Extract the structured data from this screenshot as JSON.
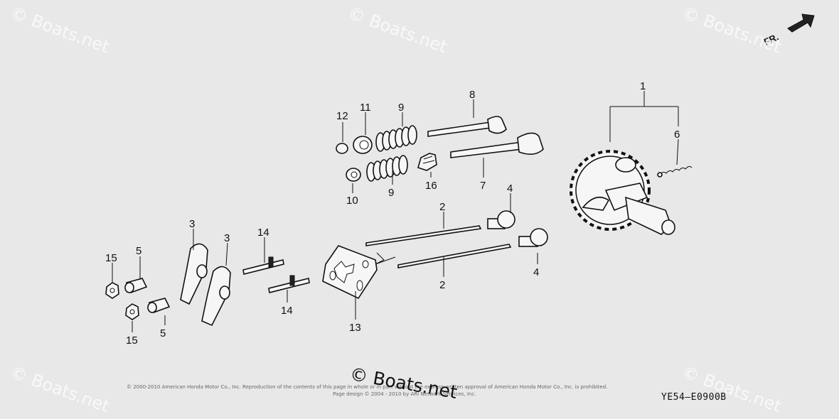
{
  "watermarks": {
    "text": "© Boats.net",
    "center": "© Boats.net"
  },
  "direction_label": "FR.",
  "diagram_code": "YE54—E0900B",
  "copyright_lines": [
    "© 2000-2010 American Honda Motor Co., Inc. Reproduction of the contents of this page in whole or in part without the express written approval of American Honda Motor Co., Inc. is prohibited.",
    "Page design © 2004 - 2010 by ARI Network Services, Inc."
  ],
  "callouts": [
    "1",
    "2",
    "2",
    "3",
    "3",
    "4",
    "4",
    "5",
    "5",
    "6",
    "7",
    "8",
    "9",
    "9",
    "10",
    "11",
    "12",
    "13",
    "14",
    "14",
    "15",
    "15",
    "16"
  ]
}
